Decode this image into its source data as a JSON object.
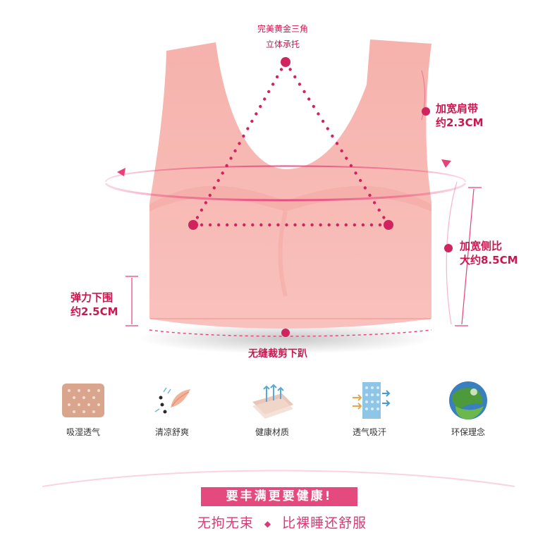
{
  "labels": {
    "top_line1": "完美黄金三角",
    "top_line2": "立体承托",
    "strap_line1": "加宽肩带",
    "strap_line2": "约2.3CM",
    "side_line1": "加宽侧比",
    "side_line2": "大约8.5CM",
    "band_line1": "弹力下围",
    "band_line2": "约2.5CM",
    "seamless": "无缝裁剪下趴"
  },
  "features": [
    {
      "label": "吸湿透气",
      "icon": "fabric-dots-icon"
    },
    {
      "label": "清凉舒爽",
      "icon": "cooling-fabric-icon"
    },
    {
      "label": "健康材质",
      "icon": "material-layers-icon"
    },
    {
      "label": "透气吸汗",
      "icon": "breathable-mesh-icon"
    },
    {
      "label": "环保理念",
      "icon": "earth-globe-icon"
    }
  ],
  "banner": "要丰满更要健康!",
  "slogan": {
    "left": "无拘无束",
    "right": "比裸睡还舒服"
  },
  "colors": {
    "accent": "#c8184f",
    "product_pink": "#f8b8b4",
    "banner_bg": "#e54a7f",
    "dot": "#d0245e"
  }
}
